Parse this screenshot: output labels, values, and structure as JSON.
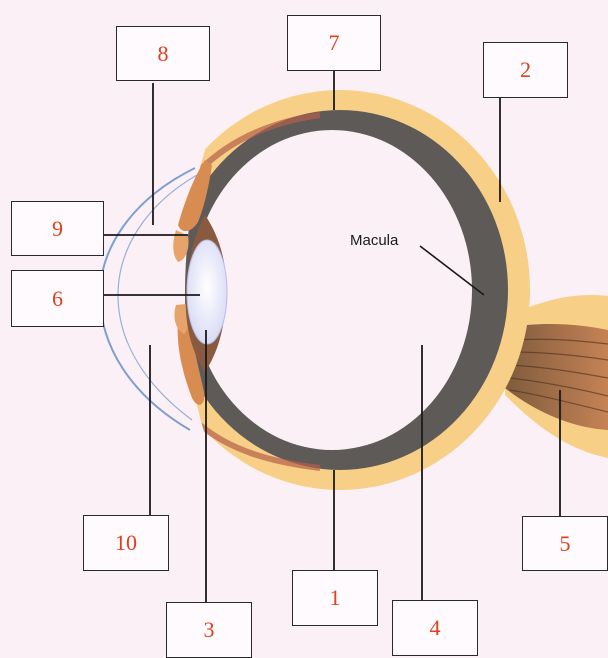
{
  "diagram": {
    "annotation": "Macula",
    "labels": [
      "8",
      "7",
      "2",
      "9",
      "6",
      "10",
      "3",
      "1",
      "4",
      "5"
    ]
  },
  "colors": {
    "background": "#fbf0f6",
    "sclera": "#f7cf86",
    "retina": "#5e5a58",
    "label_text": "#e0401c",
    "cornea_line": "#7f9fcf"
  }
}
